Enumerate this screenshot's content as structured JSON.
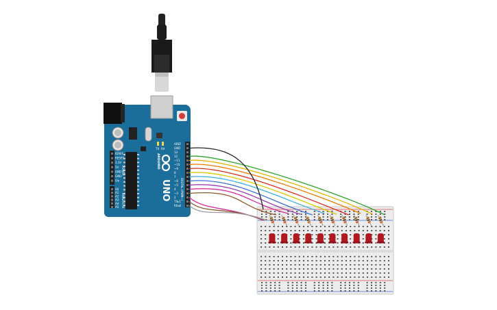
{
  "board": {
    "model": "UNO",
    "brand": "ARDUINO",
    "digital_label": "DIGITAL (PWM~)",
    "power_label": "POWER",
    "analog_label": "ANALOG IN",
    "pin_top_labels": [
      "AREF",
      "GND"
    ],
    "digital_pins": [
      "13",
      "12",
      "~11",
      "~10",
      "~9",
      "8",
      "7",
      "~6",
      "~5",
      "4",
      "~3",
      "2",
      "TX▸1",
      "RX◂0"
    ],
    "power_pins": [
      "IOREF",
      "RESET",
      "3.3V",
      "5V",
      "GND",
      "GND",
      "Vin"
    ],
    "analog_pins": [
      "A0",
      "A1",
      "A2",
      "A3",
      "A4",
      "A5"
    ],
    "led_labels": [
      "TX",
      "RX",
      "L",
      "ON"
    ]
  },
  "circuit": {
    "led_count": 10,
    "led_color": "#b01822",
    "wire_colors": [
      "#2aa52a",
      "#e0b400",
      "#f07a00",
      "#d42a1e",
      "#dcc800",
      "#37aee0",
      "#3d6fd8",
      "#9a3fb0",
      "#d62a9b",
      "#8a5a2a",
      "#9a9a9a"
    ],
    "gnd_wire_color": "#222222"
  }
}
